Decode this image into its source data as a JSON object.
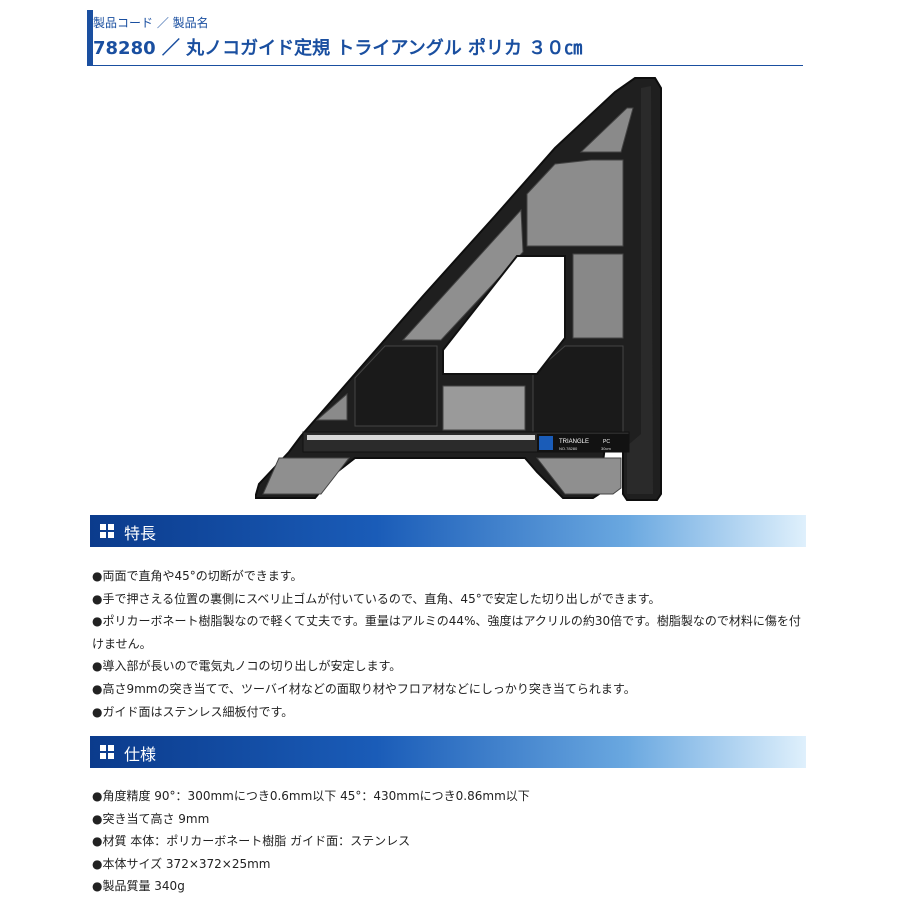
{
  "header": {
    "label": "製品コード ／ 製品名",
    "title": "78280 ／ 丸ノコガイド定規 トライアングル ポリカ ３０㎝"
  },
  "product": {
    "image_text": {
      "brand": "TRIANGLE",
      "badge": "PC",
      "code": "NO.78280",
      "size": "30cm"
    }
  },
  "features": {
    "title": "特長",
    "items": [
      "●両面で直角や45°の切断ができます。",
      "●手で押さえる位置の裏側にスベリ止ゴムが付いているので、直角、45°で安定した切り出しができます。",
      "●ポリカーボネート樹脂製なので軽くて丈夫です。重量はアルミの44%、強度はアクリルの約30倍です。樹脂製なので材料に傷を付けません。",
      "●導入部が長いので電気丸ノコの切り出しが安定します。",
      "●高さ9mmの突き当てで、ツーバイ材などの面取り材やフロア材などにしっかり突き当てられます。",
      "●ガイド面はステンレス細板付です。"
    ]
  },
  "specs": {
    "title": "仕様",
    "items": [
      "●角度精度 90°：300mmにつき0.6mm以下 45°：430mmにつき0.86mm以下",
      "●突き当て高さ 9mm",
      "●材質 本体：ポリカーボネート樹脂 ガイド面：ステンレス",
      "●本体サイズ 372×372×25mm",
      "●製品質量 340g"
    ]
  },
  "colors": {
    "accent": "#1a4fa0",
    "section_bar_start": "#0b3b8c",
    "section_bar_end": "#dff0fc"
  }
}
